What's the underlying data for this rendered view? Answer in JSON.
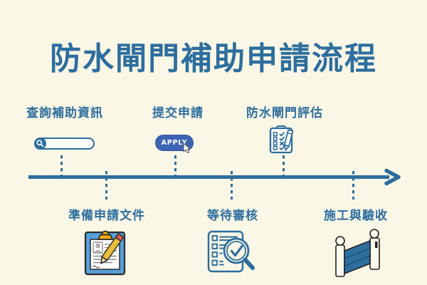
{
  "page": {
    "title": "防水閘門補助申請流程"
  },
  "palette": {
    "background": "#FAF7E6",
    "primary": "#2D6E9E",
    "apply_blue": "#3E64B4",
    "clipboard_blue": "#57A1DB",
    "clip_yellow": "#F2A90C",
    "pencil_yellow": "#F7C843",
    "eraser_red": "#D95C4A",
    "gate_blue": "#2F6FA0",
    "outline_dark": "#2B2B2B"
  },
  "timeline": {
    "type": "horizontal-arrow-flow",
    "direction": "left-to-right"
  },
  "steps": [
    {
      "id": "step-1",
      "row": "above",
      "label": "查詢補助資訊",
      "icon": "search-bar-icon"
    },
    {
      "id": "step-2",
      "row": "below",
      "label": "準備申請文件",
      "icon": "clipboard-pencil-icon"
    },
    {
      "id": "step-3",
      "row": "above",
      "label": "提交申請",
      "icon": "apply-button-icon",
      "button_label": "APPLY"
    },
    {
      "id": "step-4",
      "row": "below",
      "label": "等待審核",
      "icon": "checklist-magnifier-icon"
    },
    {
      "id": "step-5",
      "row": "above",
      "label": "防水閘門評估",
      "icon": "assessment-clipboard-icon"
    },
    {
      "id": "step-6",
      "row": "below",
      "label": "施工與驗收",
      "icon": "flood-gate-icon"
    }
  ]
}
